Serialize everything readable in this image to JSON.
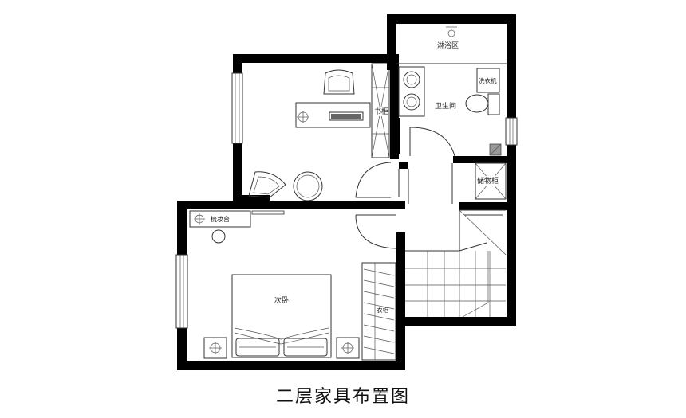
{
  "title": "二层家具布置图",
  "rooms": {
    "shower": "淋浴区",
    "washer": "洗衣机",
    "bathroom": "卫生间",
    "bookcase": "书柜",
    "storage": "储物柜",
    "dresser": "梳妆台",
    "bedroom": "次卧",
    "wardrobe": "衣柜"
  }
}
